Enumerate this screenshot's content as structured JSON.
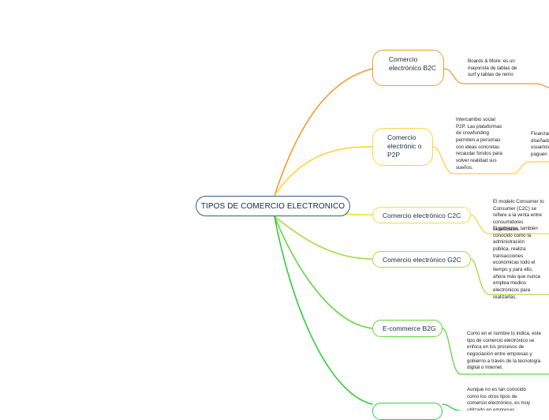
{
  "central": {
    "label": "TIPOS DE COMERCIO ELECTRONICO"
  },
  "branches": [
    {
      "label": "Comercio electrónico B2C",
      "note": "Boards & More: es un mayorista de tablas de surf y tablas de remo",
      "color": "#f39a2e"
    },
    {
      "label": "Comercio electrónic o P2P",
      "note": "Intercambio social P2P. Las plataformas de crowfunding permiten a personas con ideas concretas recaudar fondos para volver realidad sus sueños.",
      "subnote": "Finanzas diseñada usuarios paguen",
      "color": "#ffd23a"
    },
    {
      "label": "Comercio electrónico C2C",
      "note": "El modelo Consumer to Consumer (C2C) se refiere a la venta entre consumidores individuales.",
      "color": "#d7ea3a"
    },
    {
      "label": "Comercio electrónico G2C",
      "note": "El gobierno, también conocido como la administración pública, realiza transacciones económicas todo el tiempo y para ello, ahora más que nunca emplea medios electrónicos para realizarlas.",
      "color": "#a5dd3a"
    },
    {
      "label": "E-commerce B2G",
      "note": "Como en el nombre lo indica, este tipo de comercio electrónico se enfoca en los procesos de negociación entre empresas y gobierno a través de la tecnología digital o Internet.",
      "color": "#5fd63a"
    },
    {
      "label": "",
      "note": "Aunque no es tan conocido como los otros tipos de comercio electrónico, es muy utilizado en empresas",
      "color": "#2fce3a"
    }
  ]
}
